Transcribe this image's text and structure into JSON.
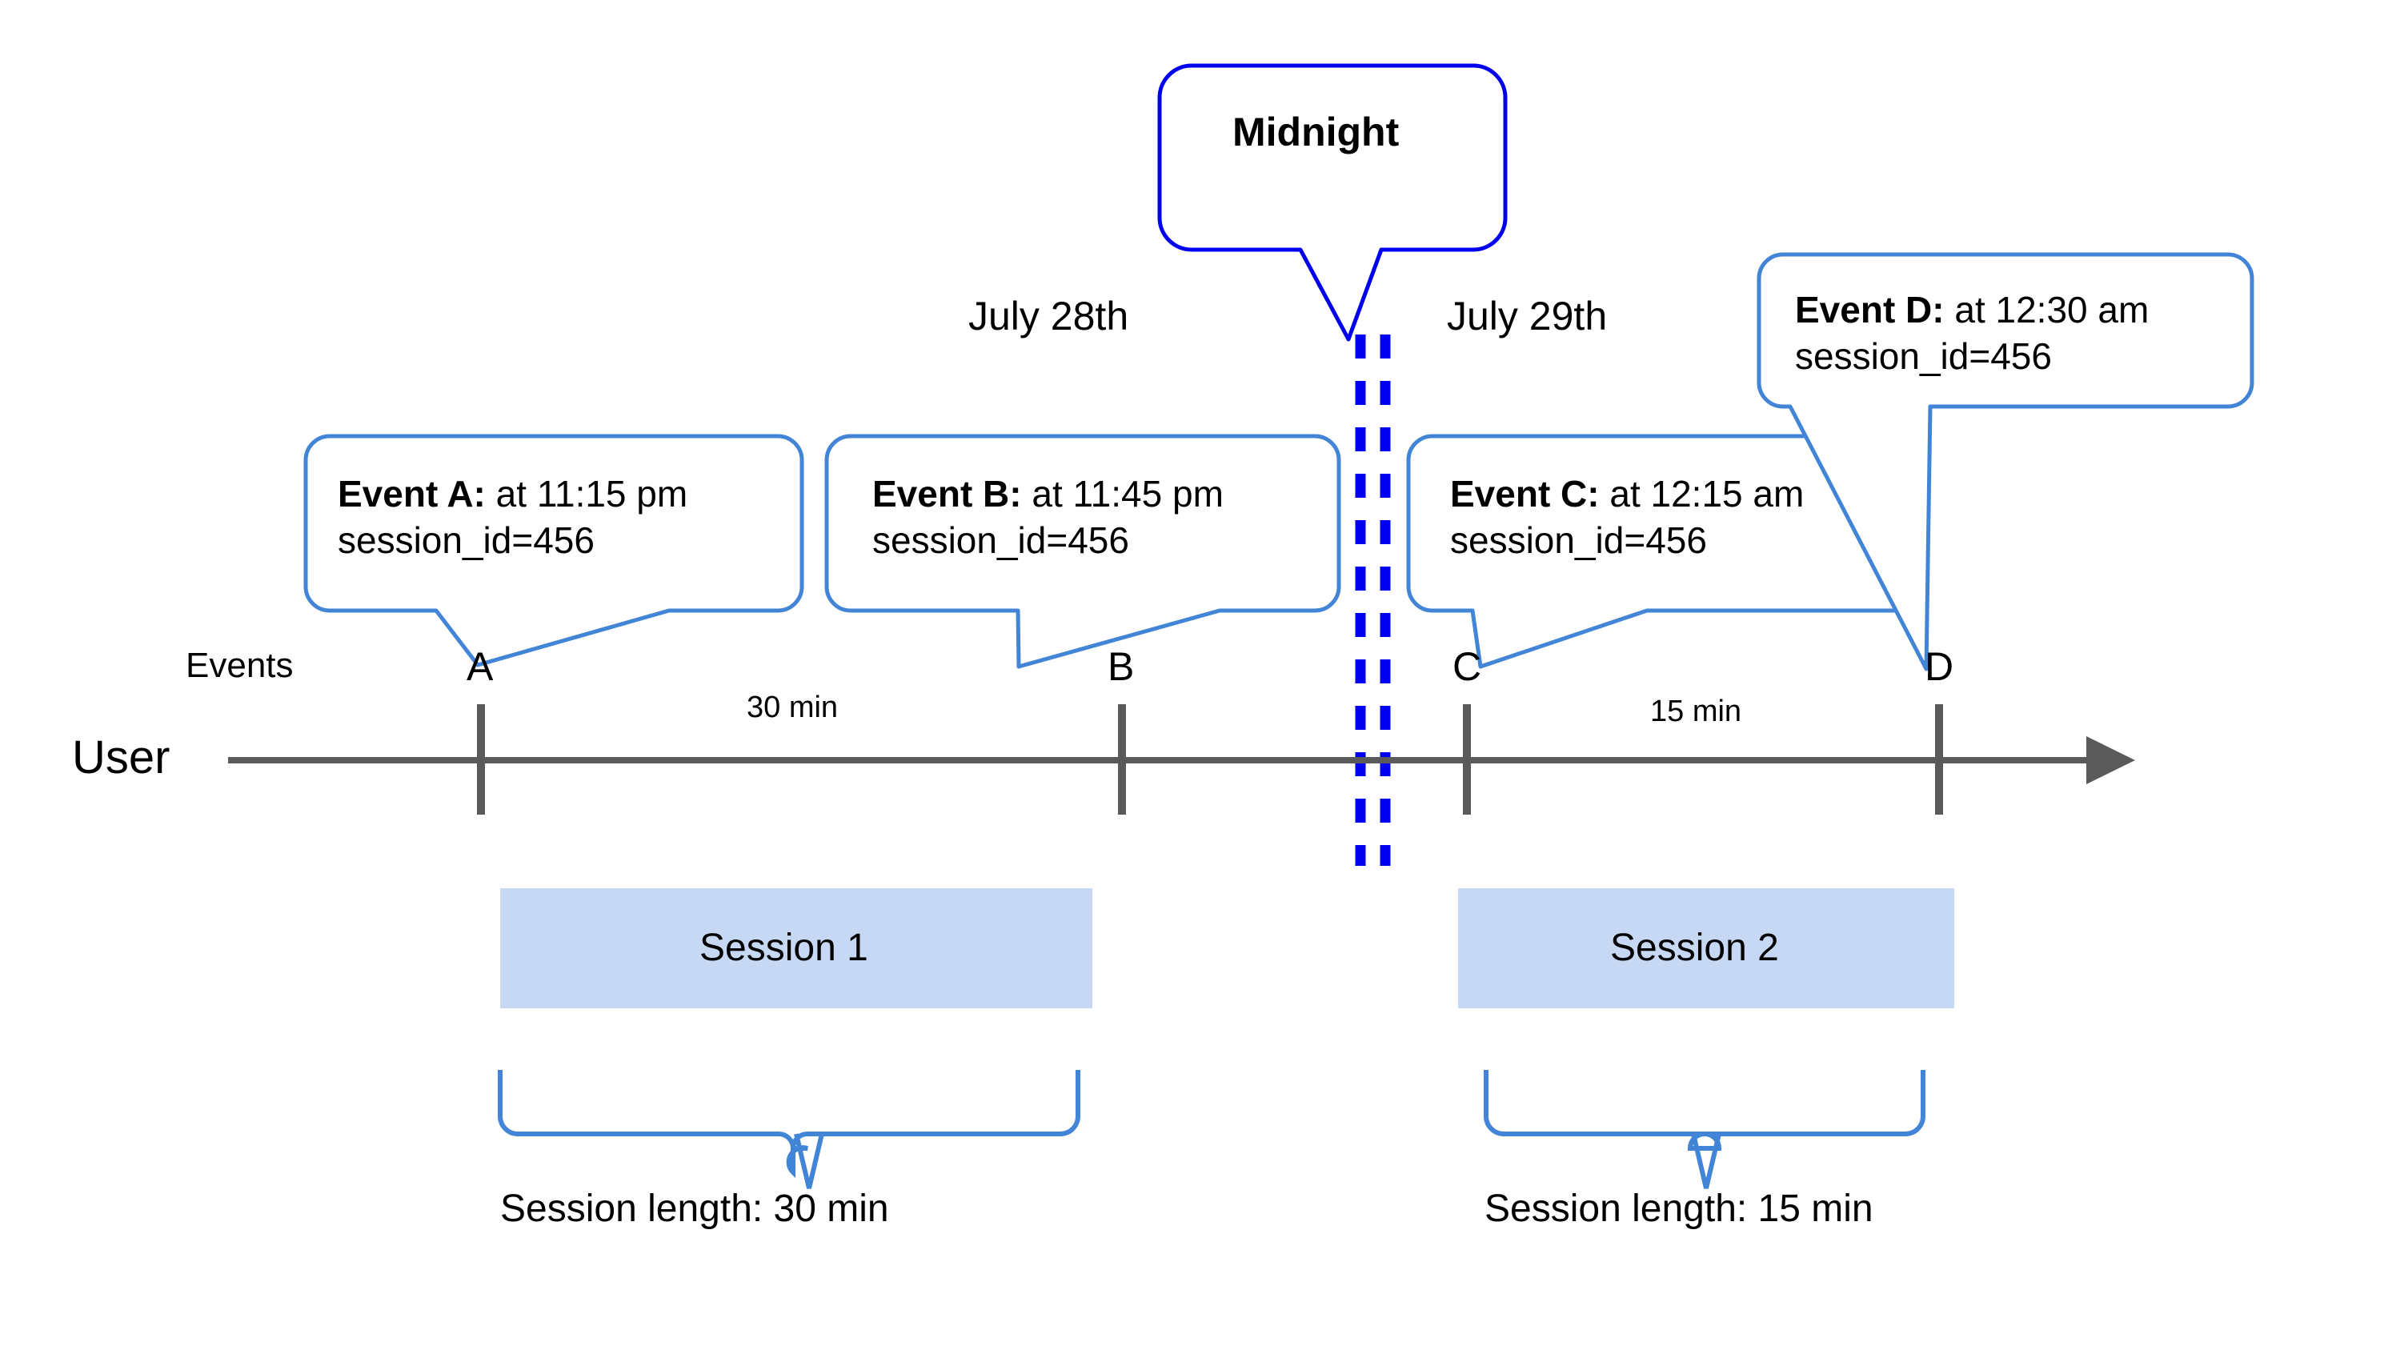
{
  "diagram": {
    "title_callout": {
      "label": "Midnight"
    },
    "date_labels": [
      {
        "label": "July 28th"
      },
      {
        "label": "July 29th"
      }
    ],
    "axis": {
      "row_label": "User",
      "events_label": "Events"
    },
    "events": [
      {
        "key": "A",
        "tick_label": "A",
        "callout_bold": "Event A:",
        "callout_rest": " at 11:15 pm",
        "callout_line2": "session_id=456"
      },
      {
        "key": "B",
        "tick_label": "B",
        "callout_bold": "Event B:",
        "callout_rest": " at 11:45 pm",
        "callout_line2": "session_id=456"
      },
      {
        "key": "C",
        "tick_label": "C",
        "callout_bold": "Event C:",
        "callout_rest": " at 12:15 am",
        "callout_line2": "session_id=456"
      },
      {
        "key": "D",
        "tick_label": "D",
        "callout_bold": "Event D:",
        "callout_rest": " at 12:30 am",
        "callout_line2": "session_id=456"
      }
    ],
    "durations": [
      {
        "label": "30 min"
      },
      {
        "label": "15 min"
      }
    ],
    "sessions": [
      {
        "label": "Session 1",
        "length_label": "Session length: 30 min"
      },
      {
        "label": "Session 2",
        "length_label": "Session length: 15 min"
      }
    ],
    "colors": {
      "callout_border": "#4285D6",
      "midnight_border": "#0000EE",
      "midnight_dashes": "#0000EE",
      "session_fill": "#C7D8F5",
      "axis": "#5A5A5A",
      "brace": "#4285D6",
      "text": "#000000"
    }
  }
}
